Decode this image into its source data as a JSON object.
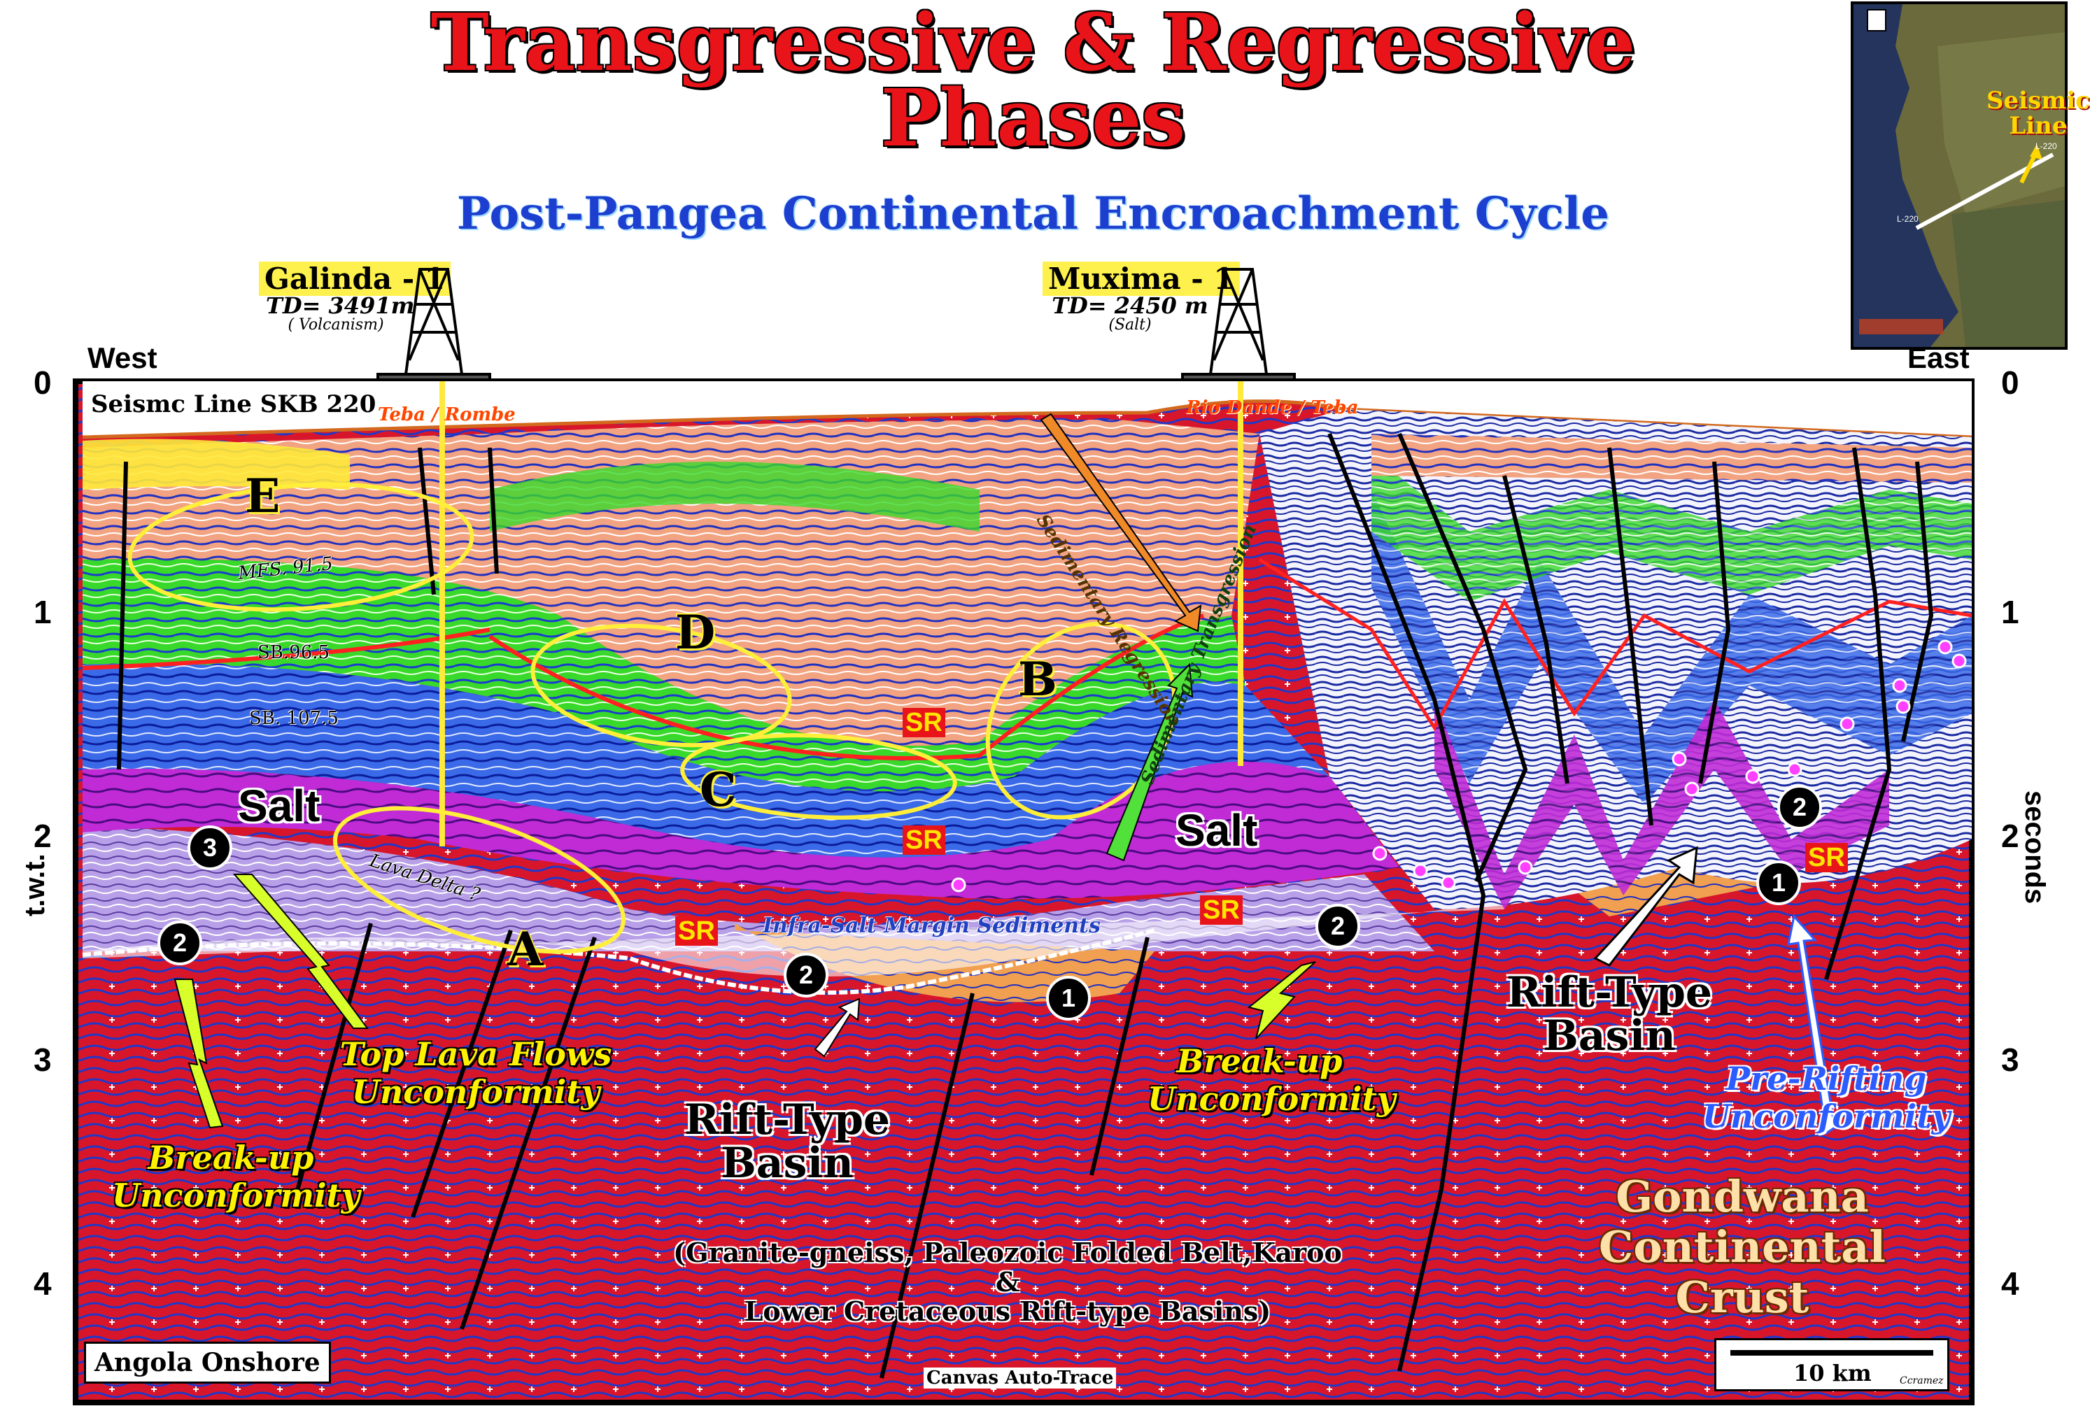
{
  "title": {
    "line1": "Transgressive & Regressive",
    "line2": "Phases"
  },
  "subtitle": "Post-Pangea Continental Encroachment Cycle",
  "wells": [
    {
      "name": "Galinda - 1",
      "td": "TD= 3491m",
      "note": "( Volcanism)",
      "formation": "Teba / Rombe"
    },
    {
      "name": "Muxima - 1",
      "td": "TD= 2450 m",
      "note": "(Salt)",
      "formation": "Rio Dande / Teba"
    }
  ],
  "orientation": {
    "west": "West",
    "east": "East"
  },
  "axes": {
    "left_label": "t.w.t.",
    "right_label": "seconds",
    "ticks": [
      "0",
      "1",
      "2",
      "3",
      "4"
    ]
  },
  "section_name": "Seismc Line SKB 220",
  "location_box": "Angola Onshore",
  "scale_bar": "10 km",
  "credit": "Ccramez",
  "footer_note": "Canvas Auto-Trace",
  "inset_map": {
    "label_line1": "Seismic",
    "label_line2": "Line",
    "west_end": "L-220",
    "east_end": "L-220"
  },
  "horizons": {
    "mfs": "MFS. 91.5",
    "sb1": "SB.96.5",
    "sb2": "SB. 107.5"
  },
  "sequence_letters": [
    "A",
    "B",
    "C",
    "D",
    "E"
  ],
  "salt_labels": [
    "Salt",
    "Salt"
  ],
  "sr_labels": [
    "SR",
    "SR",
    "SR",
    "SR",
    "SR"
  ],
  "arrows": {
    "regression": "Sedimentary Regression",
    "transgression": "Sedimentary Transgression"
  },
  "annotations": {
    "lava_delta": "Lava Delta ?",
    "infra_salt": "Infra-Salt Margin Sediments",
    "top_lava": "Top Lava Flows Unconformity",
    "breakup_left": "Break-up Unconformity",
    "breakup_mid": "Break-up Unconformity",
    "rift_mid": "Rift-Type Basin",
    "rift_right": "Rift-Type Basin",
    "pre_rifting": "Pre-Rifting Unconformity",
    "gondwana": "Gondwana Continental Crust",
    "basement_line1": "(Granite-gneiss, Paleozoic Folded Belt,Karoo",
    "basement_line2": "&",
    "basement_line3": "Lower Cretaceous Rift-type Basins)"
  },
  "unconformity_numbers": [
    "3",
    "2",
    "2",
    "1",
    "2",
    "2",
    "1"
  ],
  "colors": {
    "basement": "#d8162b",
    "basement_lines": "#2038c8",
    "salt": "#c02bd6",
    "postsalt_blue": "#3a6ae8",
    "green": "#38d92a",
    "salmon": "#f2a482",
    "yellow": "#ffe93a",
    "title_red": "#e8141a",
    "subtitle_blue": "#1d3fd0"
  }
}
